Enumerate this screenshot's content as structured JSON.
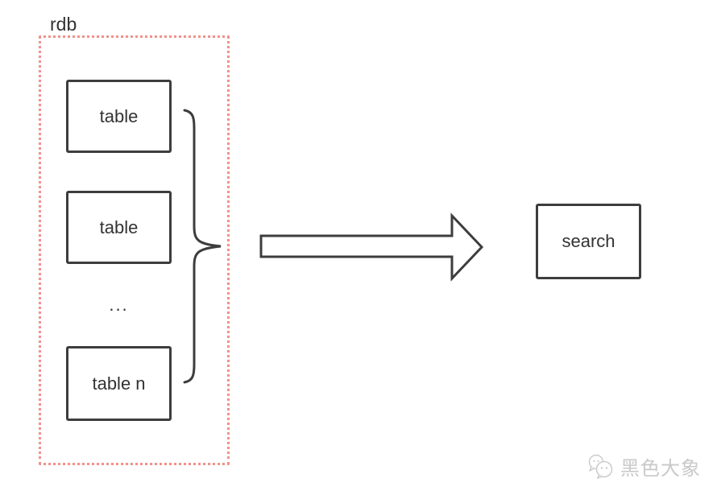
{
  "diagram": {
    "group": {
      "label": "rdb"
    },
    "tables": [
      {
        "label": "table"
      },
      {
        "label": "table"
      },
      {
        "label": "table n"
      }
    ],
    "ellipsis": "...",
    "search": {
      "label": "search"
    },
    "colors": {
      "node_border": "#3d3d3d",
      "group_border": "#f2918b",
      "text": "#333333",
      "watermark": "#c9c9c9"
    }
  },
  "watermark": {
    "icon": "chat-bubbles-icon",
    "text": "黑色大象"
  }
}
